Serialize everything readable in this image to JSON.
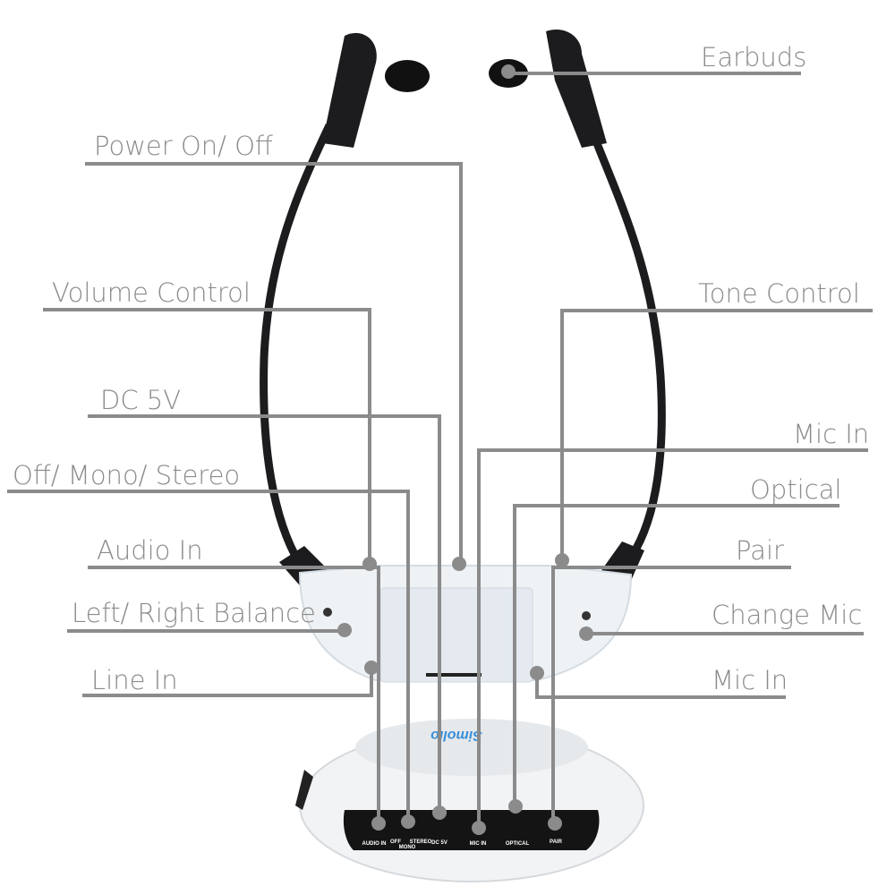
{
  "labels": {
    "earbuds": "Earbuds",
    "power": "Power On/ Off",
    "volume": "Volume Control",
    "tone": "Tone Control",
    "dc5v": "DC 5V",
    "mic_in_top": "Mic In",
    "off_mono_stereo": "Off/ Mono/ Stereo",
    "optical": "Optical",
    "audio_in": "Audio In",
    "pair": "Pair",
    "balance": "Left/ Right Balance",
    "change_mic": "Change Mic",
    "line_in": "Line In",
    "mic_in_bottom": "Mic In"
  },
  "base_ports": {
    "audio_in": "AUDIO IN",
    "off": "OFF",
    "mono": "MONO",
    "stereo": "STEREO",
    "dc5v": "DC 5V",
    "mic_in": "MIC IN",
    "optical": "OPTICAL",
    "pair": "PAIR"
  },
  "brand_logo": "Simolio",
  "colors": {
    "leader": "#8b8b8b",
    "headset": "#1c1c1e",
    "body": "#eef2f5",
    "logo": "#3a8fd8"
  }
}
